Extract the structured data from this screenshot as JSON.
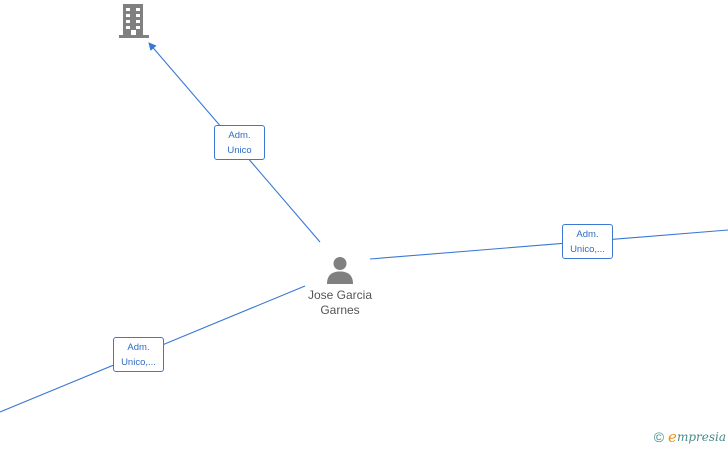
{
  "person": {
    "name_line1": "Jose Garcia",
    "name_line2": "Garnes"
  },
  "edges": [
    {
      "label_line1": "Adm.",
      "label_line2": "Unico"
    },
    {
      "label_line1": "Adm.",
      "label_line2": "Unico,..."
    },
    {
      "label_line1": "Adm.",
      "label_line2": "Unico,..."
    }
  ],
  "brand": {
    "copyright": "©",
    "logo_letter": "e",
    "logo_rest": "mpresia"
  },
  "colors": {
    "edge": "#3a78d4",
    "icon": "#808080",
    "brand_accent": "#e8931a"
  },
  "icons": {
    "company": "building-icon",
    "person": "person-icon"
  }
}
